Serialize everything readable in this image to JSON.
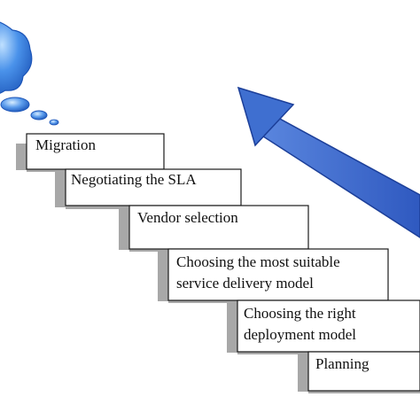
{
  "steps": [
    {
      "label": "Migration"
    },
    {
      "label": "Negotiating the SLA"
    },
    {
      "label": "Vendor selection"
    },
    {
      "label": "Choosing the most suitable",
      "label_line2": "service delivery model"
    },
    {
      "label": "Choosing the right",
      "label_line2": "deployment model"
    },
    {
      "label": "Planning"
    }
  ],
  "colors": {
    "box_fill": "#ffffff",
    "box_stroke": "#1a1a1a",
    "step_shadow": "#a8a8a8",
    "arrow_fill": "#3f6fd0",
    "arrow_dark": "#1c3f99",
    "cloud_fill": "#3f86e6",
    "cloud_dark": "#1c55b8"
  },
  "icons": {
    "cloud": "thought-cloud-icon",
    "arrow": "up-arrow-icon"
  }
}
